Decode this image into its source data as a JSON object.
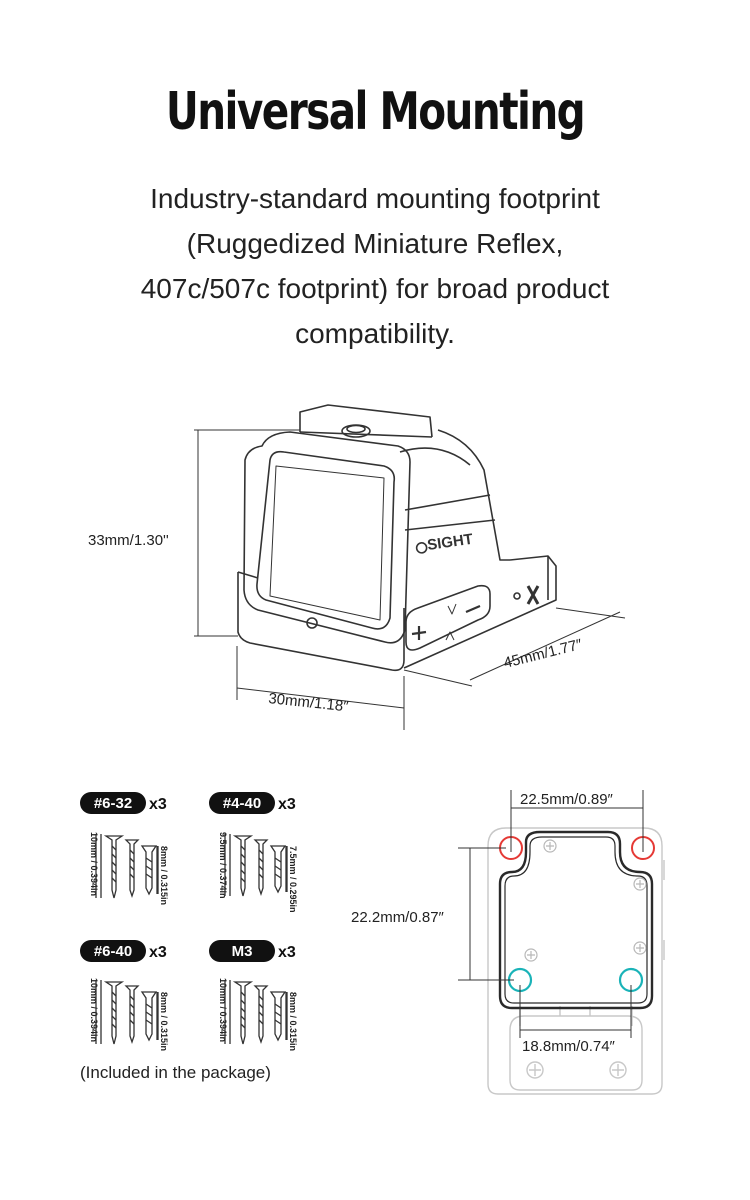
{
  "header": {
    "title": "Universal Mounting",
    "description_lines": [
      "Industry-standard mounting footprint",
      "(Ruggedized Miniature Reflex,",
      "407c/507c footprint) for broad product",
      "compatibility."
    ]
  },
  "sight_diagram": {
    "brand_mark": "SIGHT",
    "height_label": "33mm/1.30''",
    "width_label": "30mm/1.18″",
    "length_label": "45mm/1.77″"
  },
  "screws": [
    {
      "name": "#6-32",
      "qty": "x3",
      "long_label": "10mm / 0.394in",
      "short_label": "8mm / 0.315in"
    },
    {
      "name": "#4-40",
      "qty": "x3",
      "long_label": "9.5mm / 0.374in",
      "short_label": "7.5mm / 0.295in"
    },
    {
      "name": "#6-40",
      "qty": "x3",
      "long_label": "10mm / 0.394in",
      "short_label": "8mm / 0.315in"
    },
    {
      "name": "M3",
      "qty": "x3",
      "long_label": "10mm / 0.394in",
      "short_label": "8mm / 0.315in"
    }
  ],
  "package_note": "(Included in the package)",
  "footprint": {
    "top_width_label": "22.5mm/0.89″",
    "height_label": "22.2mm/0.87″",
    "bottom_width_label": "18.8mm/0.74″",
    "colors": {
      "top_holes": "#e53935",
      "bottom_holes": "#1ab3b8"
    }
  }
}
